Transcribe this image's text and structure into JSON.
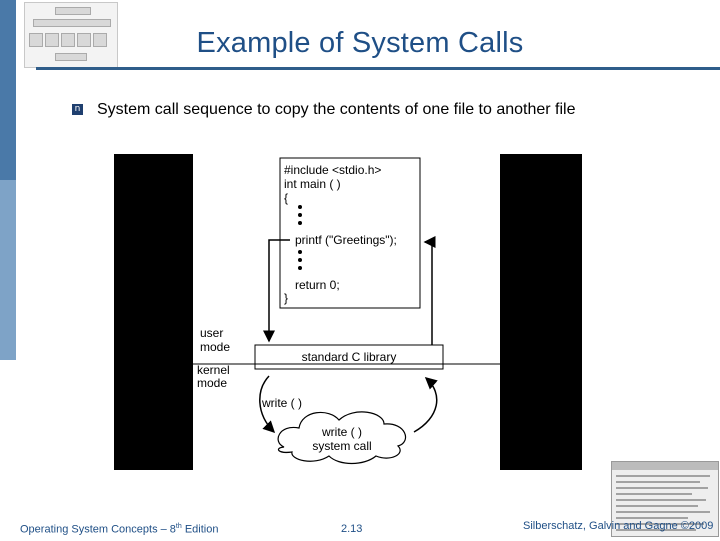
{
  "slide": {
    "title": "Example of System Calls",
    "bullet": "System call sequence to copy the contents of one file to another file"
  },
  "figure": {
    "code": {
      "line1": "#include <stdio.h>",
      "line2": "int main ( )",
      "line3": "{",
      "line4": "printf (\"Greetings\");",
      "line5": "return 0;",
      "line6": "}"
    },
    "user_mode_line1": "user",
    "user_mode_line2": "mode",
    "library_label": "standard C library",
    "kernel_mode_line1": "kernel",
    "kernel_mode_line2": "mode",
    "write_label": "write ( )",
    "syscall_line1": "write ( )",
    "syscall_line2": "system call"
  },
  "footer": {
    "book": "Operating System Concepts – 8",
    "book_sup": "th",
    "book_edition": " Edition",
    "page": "2.13",
    "authors": "Silberschatz, Galvin and Gagne ©2009"
  },
  "colors": {
    "title": "#1f4f86",
    "side_bar": "#4a79a8",
    "rule": "#2f5d8a"
  }
}
